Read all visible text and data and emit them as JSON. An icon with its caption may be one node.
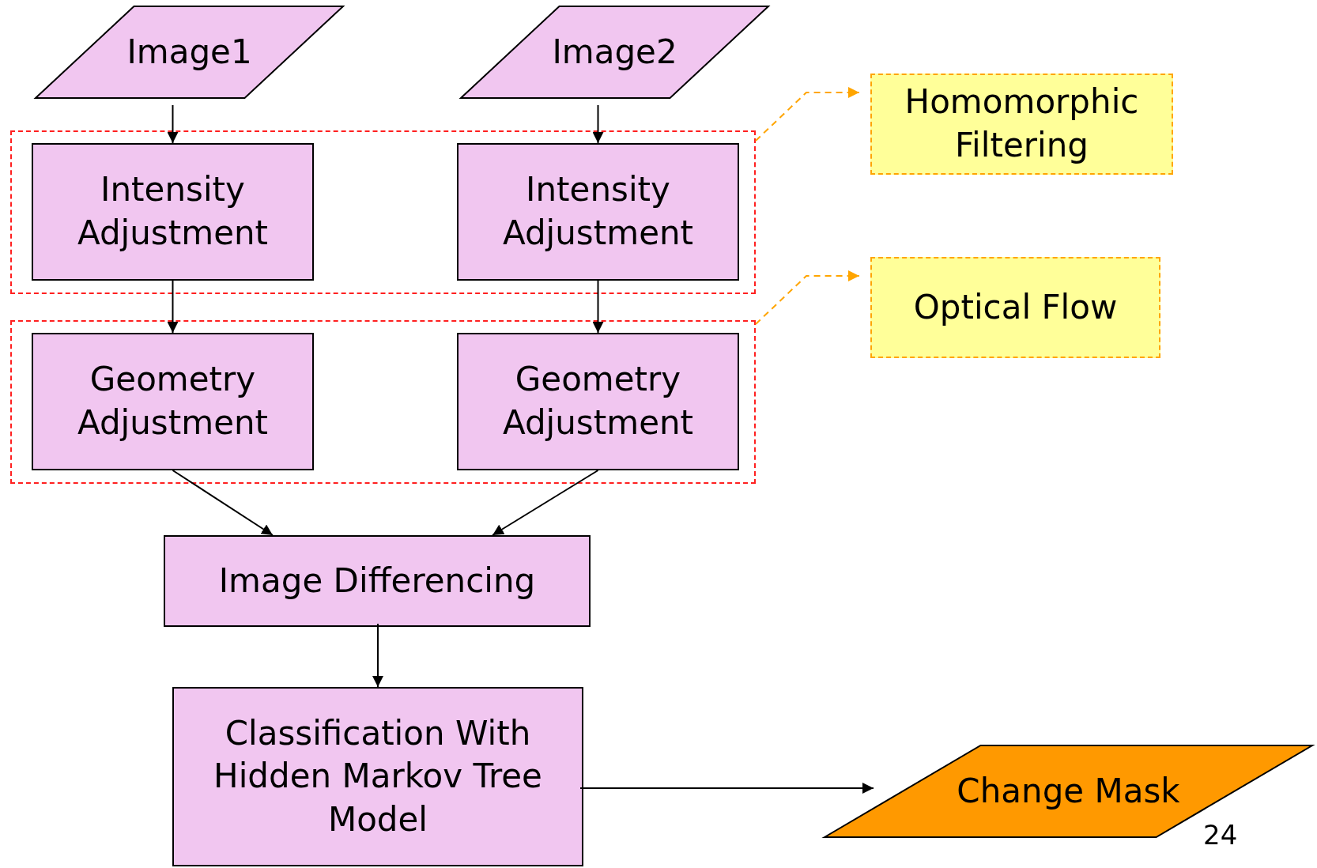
{
  "diagram": {
    "nodes": [
      {
        "text": [
          "Image1"
        ]
      },
      {
        "text": [
          "Image2"
        ]
      },
      {
        "text": [],
        "shape": "box"
      },
      {
        "text": [
          "Intensity Adjustment"
        ],
        "in": 2
      },
      {
        "text": [
          "Intensity Adjustment"
        ],
        "in": 2
      },
      {
        "text": [],
        "shape": "box"
      },
      {
        "text": [
          "Geometry Adjustment"
        ],
        "in": 5
      },
      {
        "text": [
          "Geometry Adjustment"
        ],
        "in": 5
      },
      {
        "text": [
          "Homomorphic Filtering"
        ]
      },
      {
        "text": [
          "Optical Flow"
        ]
      },
      {
        "text": [
          "Image Differencing"
        ]
      },
      {
        "text": [
          "Classification With Hidden Markov Tree Model"
        ]
      },
      {
        "text": [
          "Change Mask"
        ]
      }
    ],
    "edges": [
      {
        "from": 0,
        "to": 3,
        "arrow": "to"
      },
      {
        "from": 1,
        "to": 4,
        "arrow": "to"
      },
      {
        "from": 3,
        "to": 6,
        "arrow": "to"
      },
      {
        "from": 4,
        "to": 7,
        "arrow": "to"
      },
      {
        "from": 6,
        "to": 10,
        "arrow": "to"
      },
      {
        "from": 7,
        "to": 10,
        "arrow": "to"
      },
      {
        "from": 10,
        "to": 11,
        "arrow": "to"
      },
      {
        "from": 11,
        "to": 12,
        "arrow": "to"
      },
      {
        "from": 2,
        "to": 8,
        "arrow": "to",
        "style": "dashed",
        "color": "#ffa500"
      },
      {
        "from": 5,
        "to": 9,
        "arrow": "to",
        "style": "dashed",
        "color": "#ffa500"
      }
    ],
    "labels": [
      "24"
    ]
  }
}
